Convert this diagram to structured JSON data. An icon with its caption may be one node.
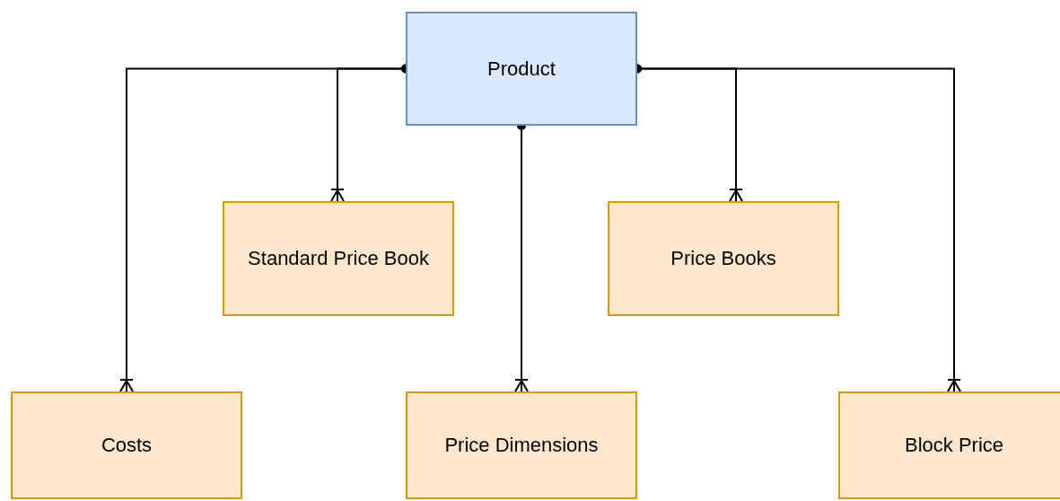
{
  "diagram": {
    "nodes": [
      {
        "text": [
          "Product"
        ]
      },
      {
        "text": [
          "Standard Price Book"
        ]
      },
      {
        "text": [
          "Price Books"
        ]
      },
      {
        "text": [
          "Costs"
        ]
      },
      {
        "text": [
          "Price Dimensions"
        ]
      },
      {
        "text": [
          "Block Price"
        ]
      }
    ],
    "edges": [
      {
        "from": 0,
        "to": 3,
        "arrow": "other"
      },
      {
        "from": 0,
        "to": 1,
        "arrow": "other"
      },
      {
        "from": 0,
        "to": 2,
        "arrow": "other"
      },
      {
        "from": 0,
        "to": 4,
        "arrow": "other"
      },
      {
        "from": 0,
        "to": 5,
        "arrow": "other"
      }
    ]
  }
}
